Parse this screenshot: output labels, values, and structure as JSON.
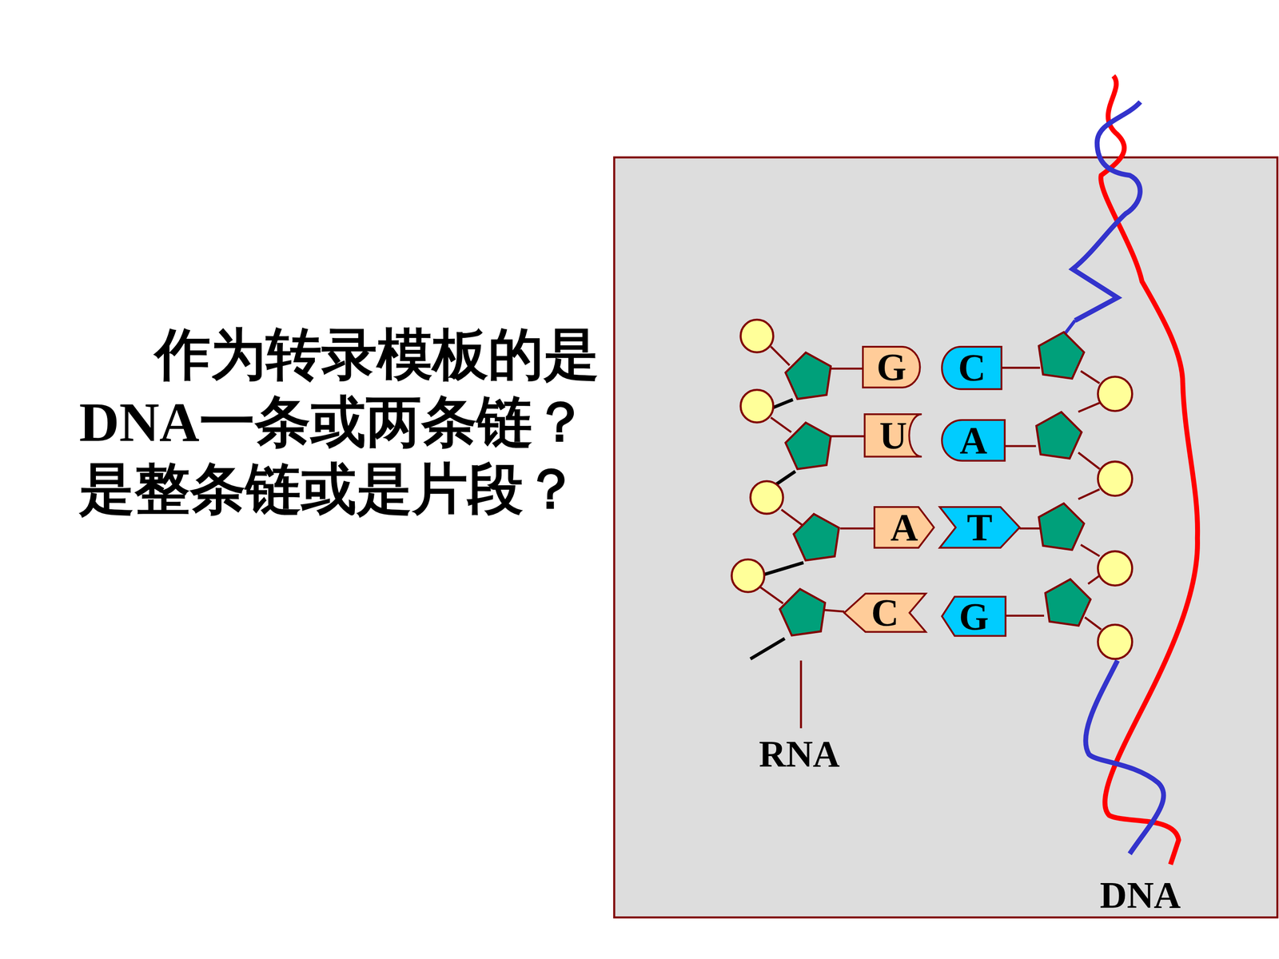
{
  "diagram": {
    "nodes": [
      {
        "text": [
          "G"
        ]
      },
      {
        "text": [
          "C"
        ]
      },
      {
        "text": [
          "U"
        ]
      },
      {
        "text": [
          "A"
        ]
      },
      {
        "text": [
          "A"
        ]
      },
      {
        "text": [
          "T"
        ]
      },
      {
        "text": [
          "C"
        ]
      },
      {
        "text": [
          "G"
        ]
      }
    ],
    "labels": [
      "作为转录模板的是",
      "DNA一条或两条链？",
      "是整条链或是片段？",
      "RNA",
      "DNA"
    ]
  }
}
